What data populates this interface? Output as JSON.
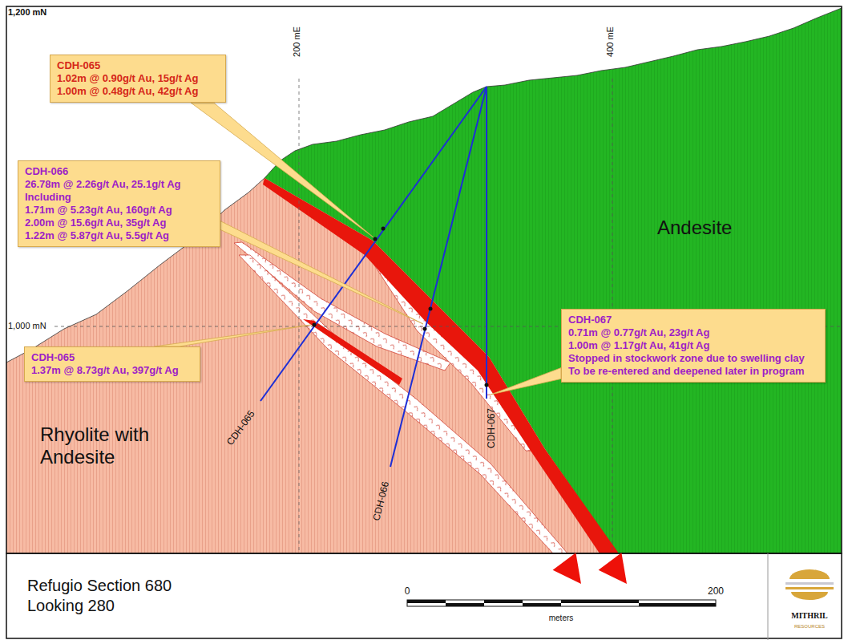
{
  "diagram": {
    "title": "Refugio Section 680 Looking 280",
    "nodes": [
      {
        "text": [
          "CDH-065",
          "1.02m @ 0.90g/t Au, 15g/t Ag",
          "1.00m @ 0.48g/t Au, 42g/t Ag"
        ]
      },
      {
        "text": [
          "CDH-066",
          "26.78m @ 2.26g/t Au, 25.1g/t Ag",
          "Including",
          "1.71m @ 5.23g/t Au, 160g/t Ag",
          "2.00m @ 15.6g/t Au, 35g/t Ag",
          "1.22m @ 5.87g/t Au, 5.5g/t Ag"
        ]
      },
      {
        "text": [
          "CDH-065",
          "1.37m @ 8.73g/t Au, 397g/t Ag"
        ]
      },
      {
        "text": [
          "CDH-067",
          "0.71m @ 0.77g/t Au, 23g/t Ag",
          "1.00m @ 1.17g/t Au, 41g/t Ag",
          "Stopped in stockwork zone due to swelling clay",
          "To be re-entered and deepened later in program"
        ]
      }
    ],
    "labels": [
      "1,200 mN",
      "200 mE",
      "400 mE",
      "1,000 mN",
      "Andesite",
      "Rhyolite with Andesite",
      "CDH-065",
      "CDH-066",
      "CDH-067",
      "0",
      "200",
      "meters",
      "MITHRIL",
      "RESOURCES"
    ]
  }
}
